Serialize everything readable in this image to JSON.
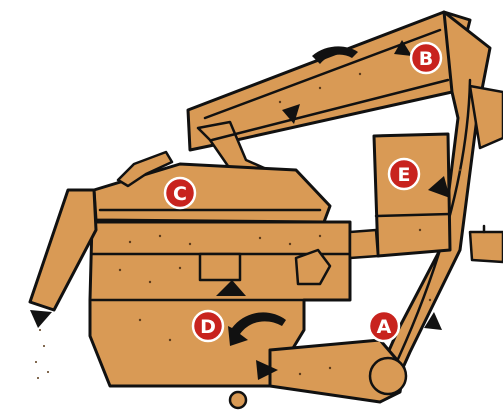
{
  "diagram": {
    "colors": {
      "body": "#d99a55",
      "outline": "#111111",
      "badge": "#c8231e",
      "badge_text": "#ffffff",
      "background": "#ffffff"
    },
    "labels": {
      "a": "A",
      "b": "B",
      "c": "C",
      "d": "D",
      "e": "E"
    },
    "icons": {
      "flow_arrow": "curved-arrow-icon",
      "discharge_arrow": "down-arrow-icon"
    }
  }
}
